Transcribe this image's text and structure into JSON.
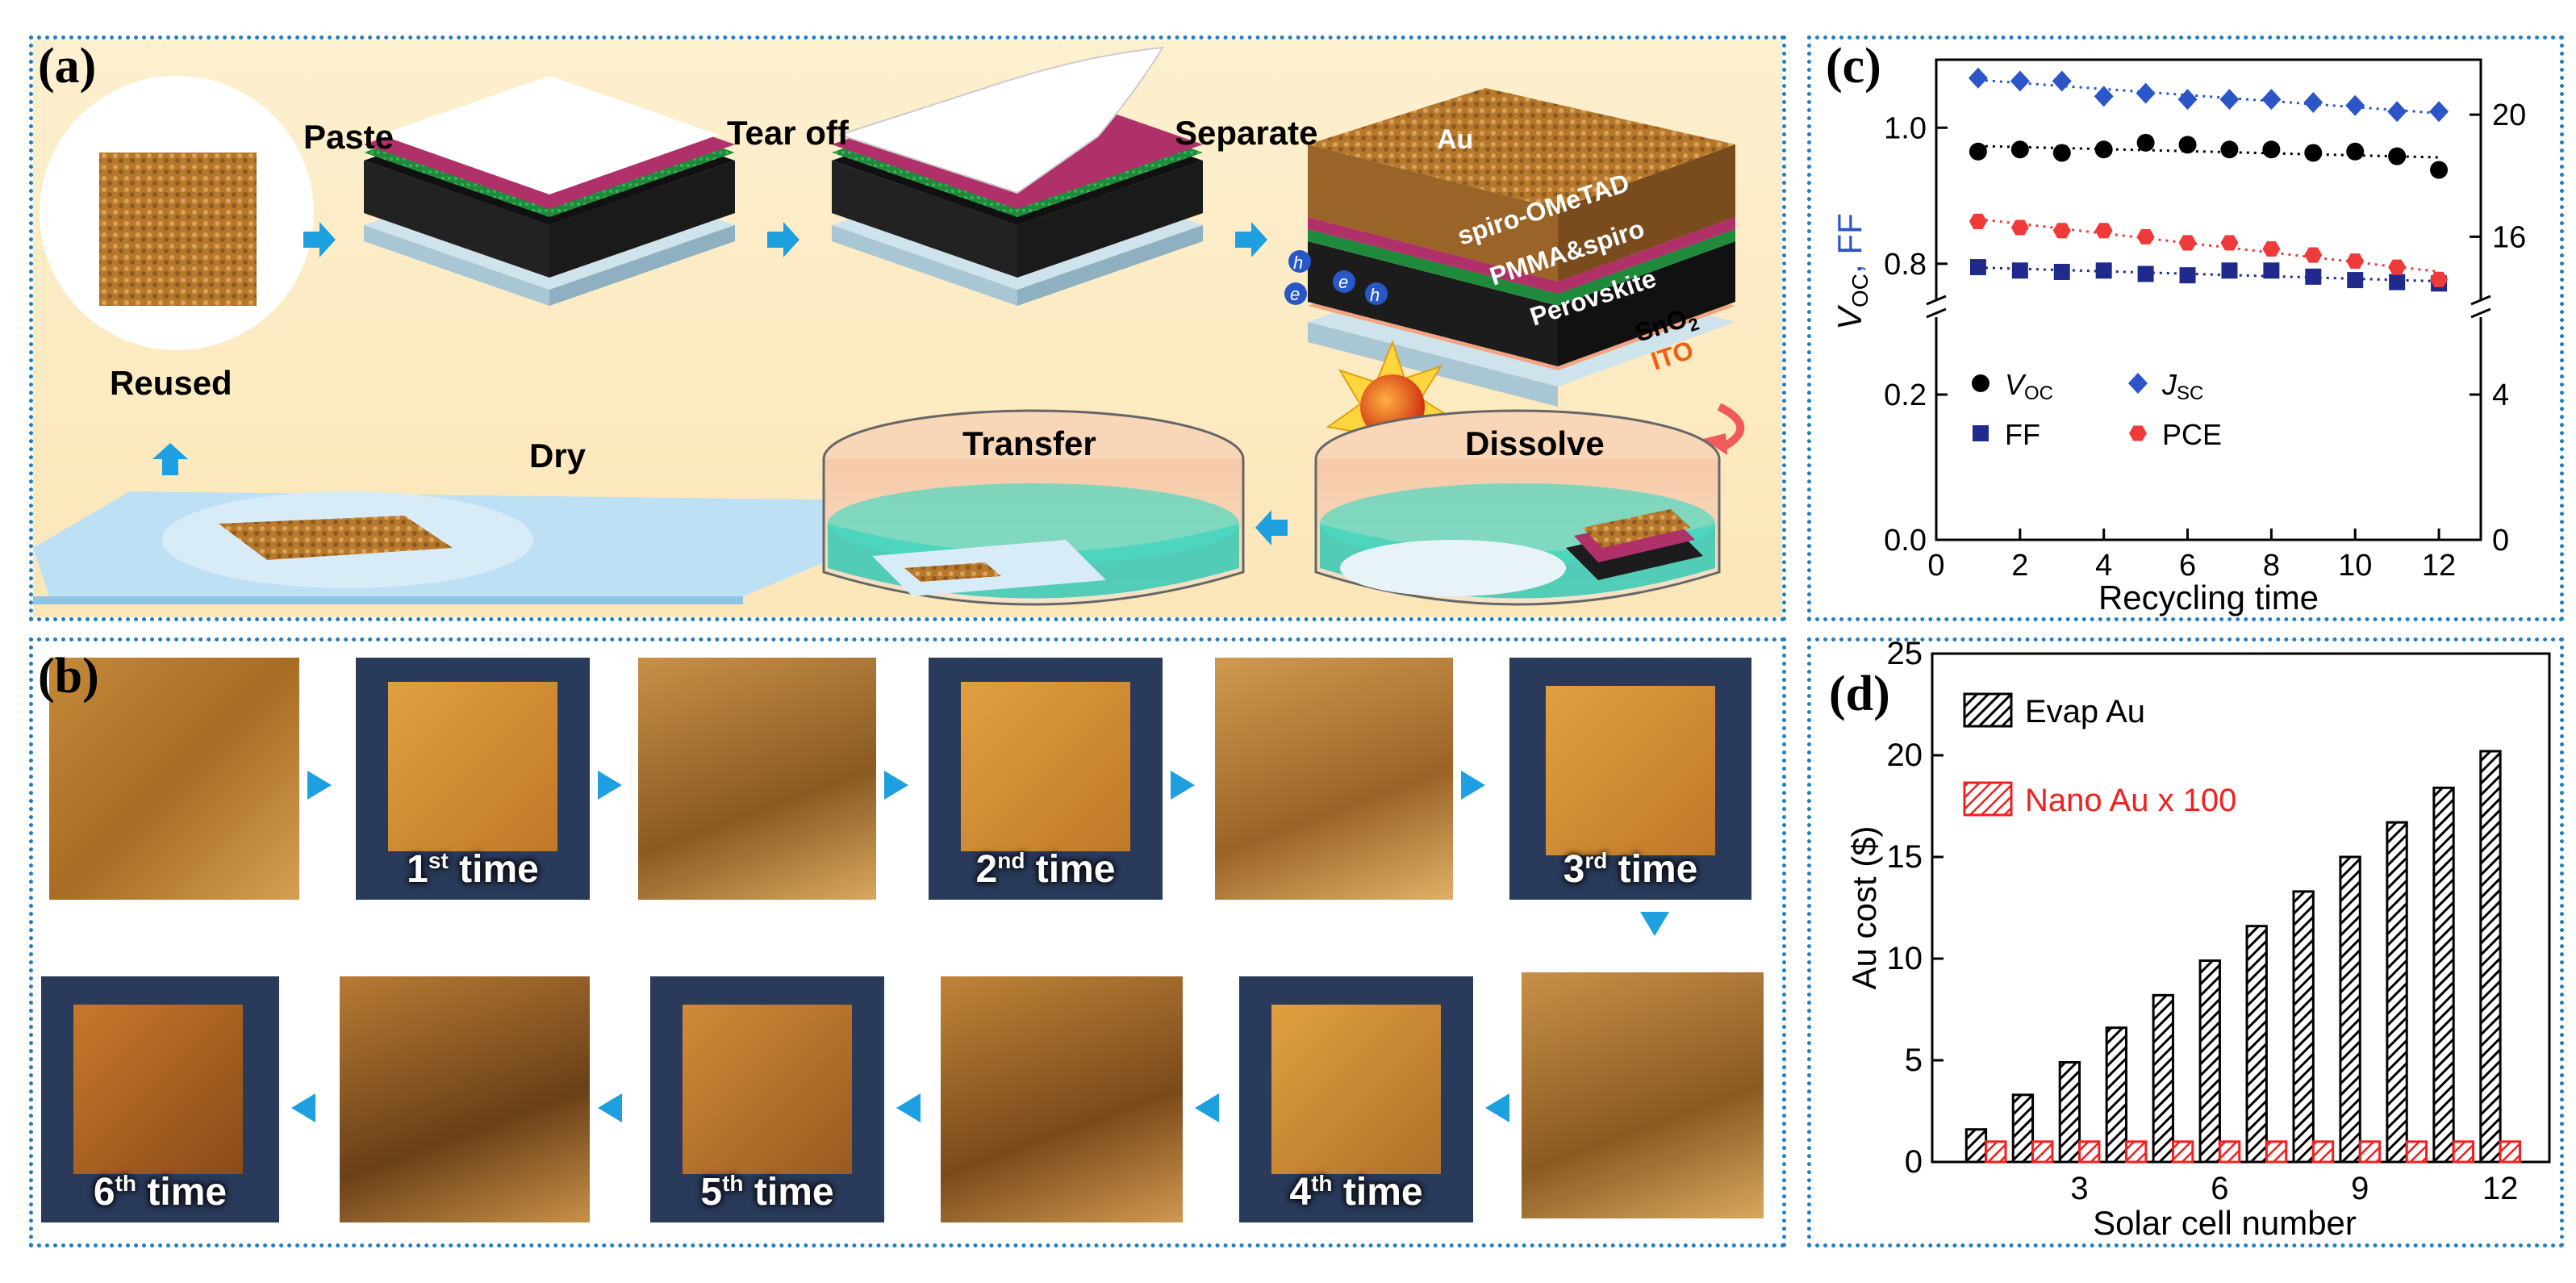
{
  "figure": {
    "panel_a": {
      "label": "(a)",
      "steps": {
        "paste": "Paste",
        "tear_off": "Tear off",
        "separate": "Separate",
        "reused": "Reused",
        "dry": "Dry",
        "transfer": "Transfer",
        "dissolve": "Dissolve"
      },
      "layers": {
        "au": "Au",
        "spiro": "spiro-OMeTAD",
        "pmma": "PMMA&spiro",
        "perovskite": "Perovskite",
        "sno2": "SnO",
        "sno2_sub": "2",
        "ito": "ITO"
      },
      "carriers": {
        "h": "h",
        "e": "e"
      }
    },
    "panel_b": {
      "label": "(b)",
      "captions": [
        {
          "num": "1",
          "sup": "st",
          "word": "time"
        },
        {
          "num": "2",
          "sup": "nd",
          "word": "time"
        },
        {
          "num": "3",
          "sup": "rd",
          "word": "time"
        },
        {
          "num": "4",
          "sup": "th",
          "word": "time"
        },
        {
          "num": "5",
          "sup": "th",
          "word": "time"
        },
        {
          "num": "6",
          "sup": "th",
          "word": "time"
        }
      ]
    },
    "panel_c": {
      "label": "(c)"
    },
    "panel_d": {
      "label": "(d)"
    },
    "colors": {
      "arrow": "#1ea0e0",
      "border": "#1e7fc4",
      "voc": "#000000",
      "jsc": "#2c55c8",
      "ff": "#1f2a8c",
      "pce": "#f03a3a",
      "evap": "#000000",
      "nano": "#f02020"
    }
  },
  "chart_data": [
    {
      "type": "scatter",
      "panel": "c",
      "xlabel": "Recycling time",
      "ylabel_left": "V_OC, FF",
      "ylabel_left_parts": {
        "v": "V",
        "sub": "OC",
        "rest": ", FF"
      },
      "xlim": [
        0,
        13
      ],
      "xticks": [
        0,
        2,
        4,
        6,
        8,
        10,
        12
      ],
      "ylim_left_lower": [
        0,
        0.3
      ],
      "ylim_left_upper": [
        0.75,
        1.1
      ],
      "yticks_left_lower": [
        "0.0",
        "0.2"
      ],
      "yticks_left_upper": [
        "0.8",
        "1.0"
      ],
      "yticks_right_lower": [
        "0",
        "4"
      ],
      "yticks_right_upper": [
        "16",
        "20"
      ],
      "axis_break": true,
      "legend": {
        "voc": "V",
        "voc_sub": "OC",
        "jsc": "J",
        "jsc_sub": "SC",
        "ff": "FF",
        "pce": "PCE"
      },
      "x": [
        1,
        2,
        3,
        4,
        5,
        6,
        7,
        8,
        9,
        10,
        11,
        12
      ],
      "series": [
        {
          "name": "V_OC",
          "axis": "left",
          "marker": "circle",
          "values": [
            0.965,
            0.968,
            0.963,
            0.968,
            0.978,
            0.975,
            0.968,
            0.968,
            0.963,
            0.965,
            0.958,
            0.938
          ]
        },
        {
          "name": "J_SC",
          "axis": "right",
          "marker": "diamond",
          "values": [
            21.2,
            21.1,
            21.1,
            20.6,
            20.7,
            20.5,
            20.5,
            20.5,
            20.4,
            20.3,
            20.1,
            20.1
          ]
        },
        {
          "name": "FF",
          "axis": "left",
          "marker": "square",
          "values": [
            0.795,
            0.79,
            0.788,
            0.79,
            0.785,
            0.783,
            0.79,
            0.79,
            0.781,
            0.776,
            0.773,
            0.771
          ]
        },
        {
          "name": "PCE",
          "axis": "right",
          "marker": "hexagon",
          "values": [
            16.5,
            16.3,
            16.2,
            16.2,
            16.0,
            15.8,
            15.8,
            15.6,
            15.4,
            15.2,
            15.0,
            14.6
          ]
        }
      ]
    },
    {
      "type": "bar",
      "panel": "d",
      "xlabel": "Solar cell number",
      "ylabel": "Au cost ($)",
      "ylim": [
        0,
        25
      ],
      "yticks": [
        0,
        5,
        10,
        15,
        20,
        25
      ],
      "xticks": [
        3,
        6,
        9,
        12
      ],
      "categories": [
        1,
        2,
        3,
        4,
        5,
        6,
        7,
        8,
        9,
        10,
        11,
        12
      ],
      "series": [
        {
          "name": "Evap Au",
          "values": [
            1.6,
            3.3,
            4.9,
            6.6,
            8.2,
            9.9,
            11.6,
            13.3,
            15.0,
            16.7,
            18.4,
            20.2
          ]
        },
        {
          "name": "Nano Au x 100",
          "values": [
            1,
            1,
            1,
            1,
            1,
            1,
            1,
            1,
            1,
            1,
            1,
            1
          ]
        }
      ]
    }
  ]
}
